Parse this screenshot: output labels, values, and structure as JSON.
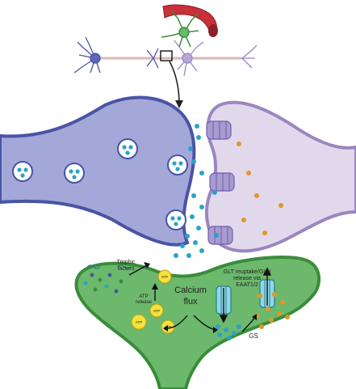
{
  "labels": {
    "trophic_line1": "Trophic",
    "trophic_line2": "factors",
    "atp_release_line1": "ATP",
    "atp_release_line2": "release",
    "calcium_line1": "Calcium",
    "calcium_line2": "flux",
    "glt_line1": "GLT reuptake/GLN",
    "glt_line2": "release via",
    "glt_line3": "EAAT1/2",
    "gs": "GS",
    "atp_vesicle": "ATP"
  },
  "colors": {
    "presynaptic_fill": "#a3a8d8",
    "presynaptic_stroke": "#4a54a6",
    "postsynaptic_fill": "#e2d8ec",
    "postsynaptic_stroke": "#9a86c0",
    "astrocyte_fill": "#6cb86c",
    "astrocyte_stroke": "#3a8c3a",
    "glutamate": "#2aa3c8",
    "glutamine": "#e0962a",
    "atp_fill": "#f5e23a",
    "receptor": "#a79bd0",
    "vessel": "#c8303a"
  },
  "icons": [
    "neuron-network-icon",
    "blood-vessel-icon",
    "synaptic-vesicle-icon",
    "receptor-icon",
    "transporter-icon",
    "atp-vesicle-icon"
  ]
}
